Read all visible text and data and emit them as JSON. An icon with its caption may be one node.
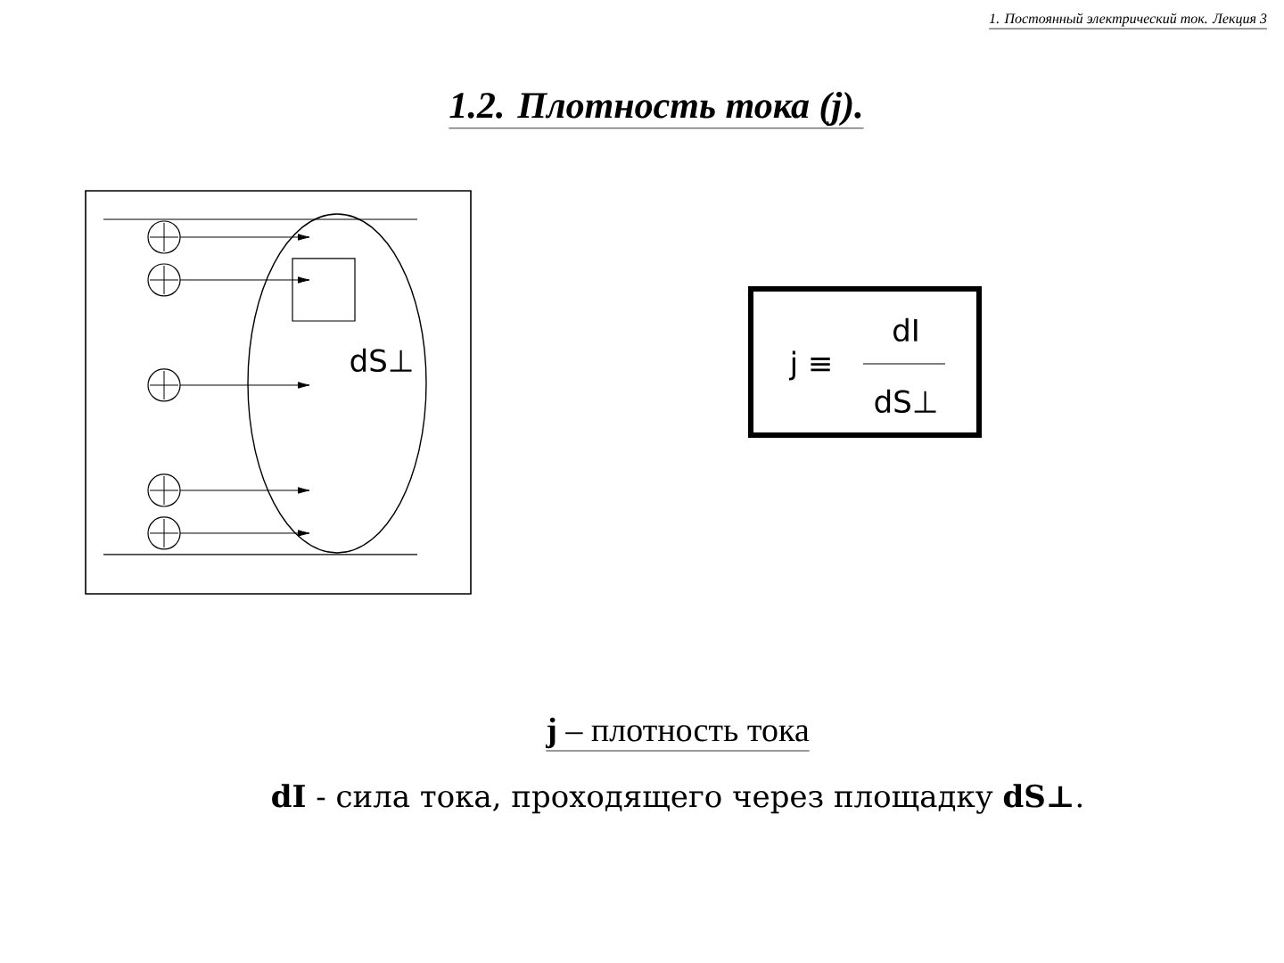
{
  "diagram": {
    "title": "1.2. Плотность тока (j).",
    "nodes": [
      {
        "text": [
          "j ≡",
          "dI",
          "dS⊥"
        ]
      }
    ],
    "labels": [
      "1. Постоянный электрический ток. Лекция 3",
      "dS⊥",
      "**j** – плотность тока",
      "**dI** - сила тока, проходящего через площадку **dS⊥**."
    ]
  }
}
